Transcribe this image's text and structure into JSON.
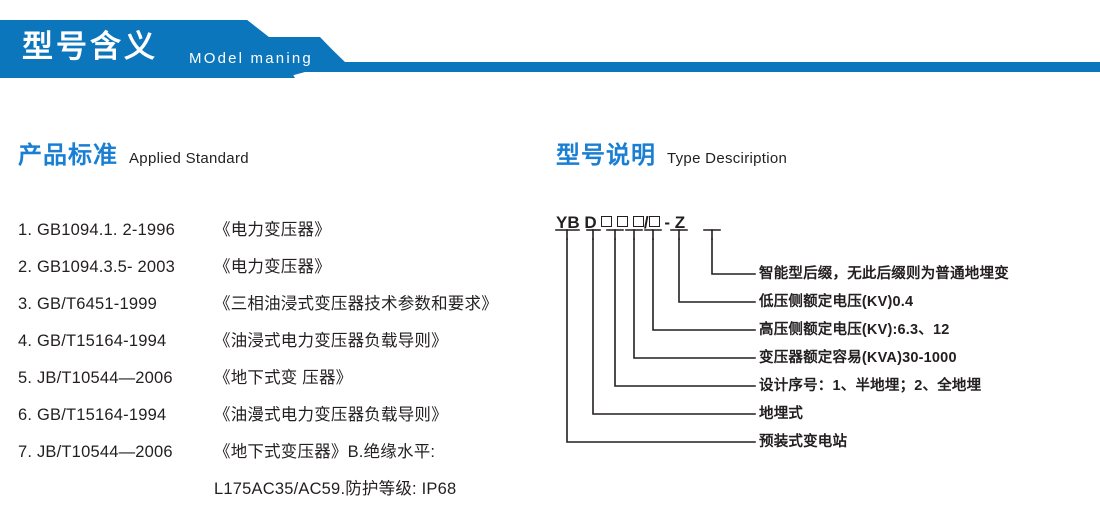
{
  "header": {
    "title_zh": "型号含义",
    "title_en": "MOdel maning",
    "band_color": "#0b76bc"
  },
  "sections": {
    "applied_standard": {
      "title_zh": "产品标准",
      "title_en": "Applied Standard",
      "accent_color": "#1a7fd2"
    },
    "type_description": {
      "title_zh": "型号说明",
      "title_en": "Type Desciription",
      "accent_color": "#1a7fd2"
    }
  },
  "standards": [
    {
      "index": "1.",
      "code": "GB1094.1. 2-1996",
      "name": "《电力变压器》"
    },
    {
      "index": "2.",
      "code": "GB1094.3.5- 2003",
      "name": "《电力变压器》"
    },
    {
      "index": "3.",
      "code": "GB/T6451-1999",
      "name": "《三相油浸式变压器技术参数和要求》"
    },
    {
      "index": "4.",
      "code": "GB/T15164-1994",
      "name": "《油浸式电力变压器负载导则》"
    },
    {
      "index": "5.",
      "code": "JB/T10544—2006",
      "name": "《地下式变 压器》"
    },
    {
      "index": "6.",
      "code": "GB/T15164-1994",
      "name": "《油漫式电力变压器负载导则》"
    },
    {
      "index": "7.",
      "code": "JB/T10544—2006",
      "name": "《地下式变压器》B.绝缘水平:"
    }
  ],
  "standards_continuation": "L175AC35/AC59.防护等级: IP68",
  "type_code": {
    "segments": [
      {
        "kind": "text",
        "value": "YB"
      },
      {
        "kind": "space",
        "value": " "
      },
      {
        "kind": "text",
        "value": "D"
      },
      {
        "kind": "space",
        "value": " "
      },
      {
        "kind": "box",
        "value": "□"
      },
      {
        "kind": "box",
        "value": "□"
      },
      {
        "kind": "box",
        "value": "□"
      },
      {
        "kind": "text",
        "value": "/"
      },
      {
        "kind": "box",
        "value": "□"
      },
      {
        "kind": "space",
        "value": " "
      },
      {
        "kind": "text",
        "value": "-"
      },
      {
        "kind": "space",
        "value": " "
      },
      {
        "kind": "text",
        "value": "Z"
      }
    ],
    "plain": "YB D □□□/□ - Z"
  },
  "type_legend": [
    {
      "id": "smart-suffix",
      "label": "智能型后缀，无此后缀则为普通地埋变"
    },
    {
      "id": "lv-rated-voltage",
      "label": "低压侧额定电压(KV)0.4"
    },
    {
      "id": "hv-rated-voltage",
      "label": "高压侧额定电压(KV):6.3、12"
    },
    {
      "id": "rated-capacity",
      "label": "变压器额定容易(KVA)30-1000"
    },
    {
      "id": "design-serial",
      "label": "设计序号：1、半地埋；2、全地埋"
    },
    {
      "id": "buried-type",
      "label": "地埋式"
    },
    {
      "id": "prefab-substation",
      "label": "预装式变电站"
    }
  ]
}
